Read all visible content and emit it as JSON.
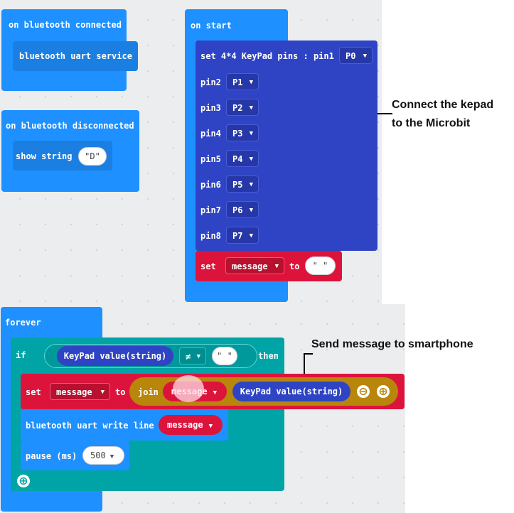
{
  "blocks": {
    "bt_connected": {
      "hat": "on bluetooth connected",
      "inner": "bluetooth uart service"
    },
    "bt_disconnected": {
      "hat": "on bluetooth disconnected",
      "show": "show string",
      "value": "\"D\""
    },
    "on_start": {
      "hat": "on start",
      "set_keypad": "set 4*4 KeyPad pins : pin1",
      "pins": [
        {
          "label": "pin1",
          "value": "P0"
        },
        {
          "label": "pin2",
          "value": "P1"
        },
        {
          "label": "pin3",
          "value": "P2"
        },
        {
          "label": "pin4",
          "value": "P3"
        },
        {
          "label": "pin5",
          "value": "P4"
        },
        {
          "label": "pin6",
          "value": "P5"
        },
        {
          "label": "pin7",
          "value": "P6"
        },
        {
          "label": "pin8",
          "value": "P7"
        }
      ],
      "set_label": "set",
      "var": "message",
      "to": "to",
      "empty": "\" \""
    },
    "forever": {
      "hat": "forever",
      "if": "if",
      "keypad_value": "KeyPad value(string)",
      "neq": "≠",
      "empty": "\" \"",
      "then": "then",
      "set": "set",
      "var": "message",
      "to": "to",
      "join": "join",
      "write_line": "bluetooth uart write line",
      "pause": "pause (ms)",
      "pause_value": "500",
      "minus": "⊖",
      "plus": "⊕",
      "add": "⊕"
    }
  },
  "annotations": {
    "connect_line1": "Connect the kepad",
    "connect_line2": "to the Microbit",
    "send": "Send message to smartphone"
  },
  "colors": {
    "events": "#1e90ff",
    "keypad": "#2f44c4",
    "variables": "#dc143c",
    "logic": "#00a4a6",
    "text": "#b8860b"
  }
}
